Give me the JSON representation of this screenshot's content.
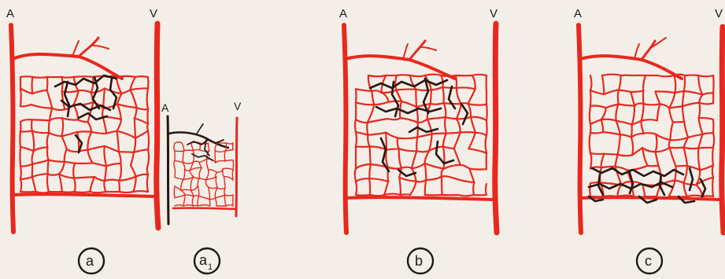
{
  "colors": {
    "background": "#f3efe8",
    "vessel_red": "#e8281e",
    "dark_vessel": "#2a1612",
    "ink": "#1a1a1a"
  },
  "panels": [
    {
      "id": "a",
      "artery_label": "A",
      "vein_label": "V",
      "caption": "a"
    },
    {
      "id": "a1",
      "artery_label": "A",
      "vein_label": "V",
      "caption": "a",
      "caption_sub": "1"
    },
    {
      "id": "b",
      "artery_label": "A",
      "vein_label": "V",
      "caption": "b"
    },
    {
      "id": "c",
      "artery_label": "A",
      "vein_label": "V",
      "caption": "c"
    }
  ]
}
